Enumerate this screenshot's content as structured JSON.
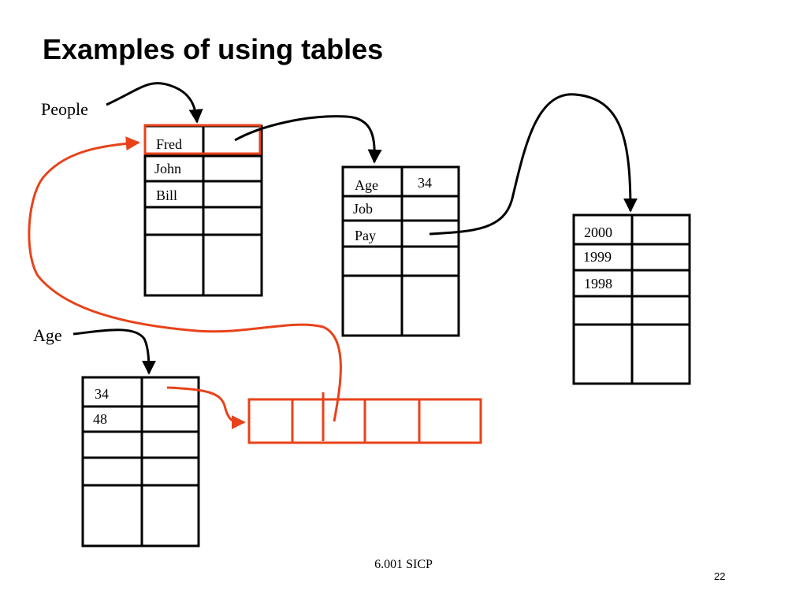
{
  "title": "Examples of using tables",
  "labels": {
    "people": "People",
    "age": "Age"
  },
  "people_table": {
    "keys": [
      "Fred",
      "John",
      "Bill"
    ]
  },
  "fred_table": {
    "keys": [
      "Age",
      "Job",
      "Pay"
    ],
    "values": [
      "34"
    ]
  },
  "pay_table": {
    "keys": [
      "2000",
      "1999",
      "1998"
    ]
  },
  "age_table": {
    "keys": [
      "34",
      "48"
    ]
  },
  "footer": "6.001 SICP",
  "page_number": "22",
  "colors": {
    "ink": "#000000",
    "highlight": "#e8421a"
  }
}
